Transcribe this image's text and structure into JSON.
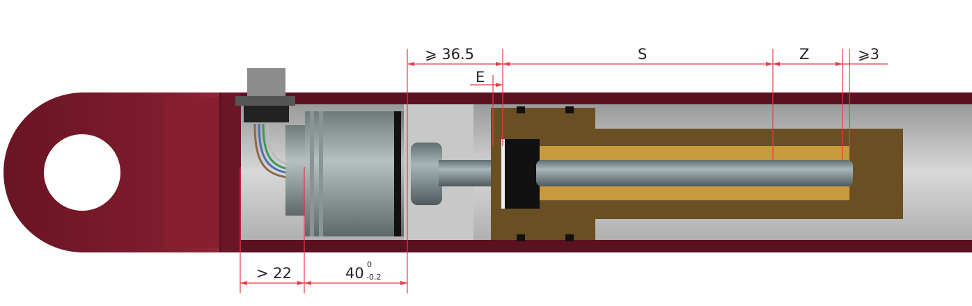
{
  "dimensions": {
    "top_min_36_5": "⩾ 36.5",
    "e_label": "E",
    "s_label": "S",
    "z_label": "Z",
    "min_3": "⩾3",
    "greater_22": "> 22",
    "length_40": "40",
    "tol_upper": "0",
    "tol_lower": "-0.2"
  },
  "colors": {
    "housing": "#7a1a2a",
    "housing_dark": "#55101c",
    "magnet": "#6b4f24",
    "dimension": "#e8394a"
  }
}
